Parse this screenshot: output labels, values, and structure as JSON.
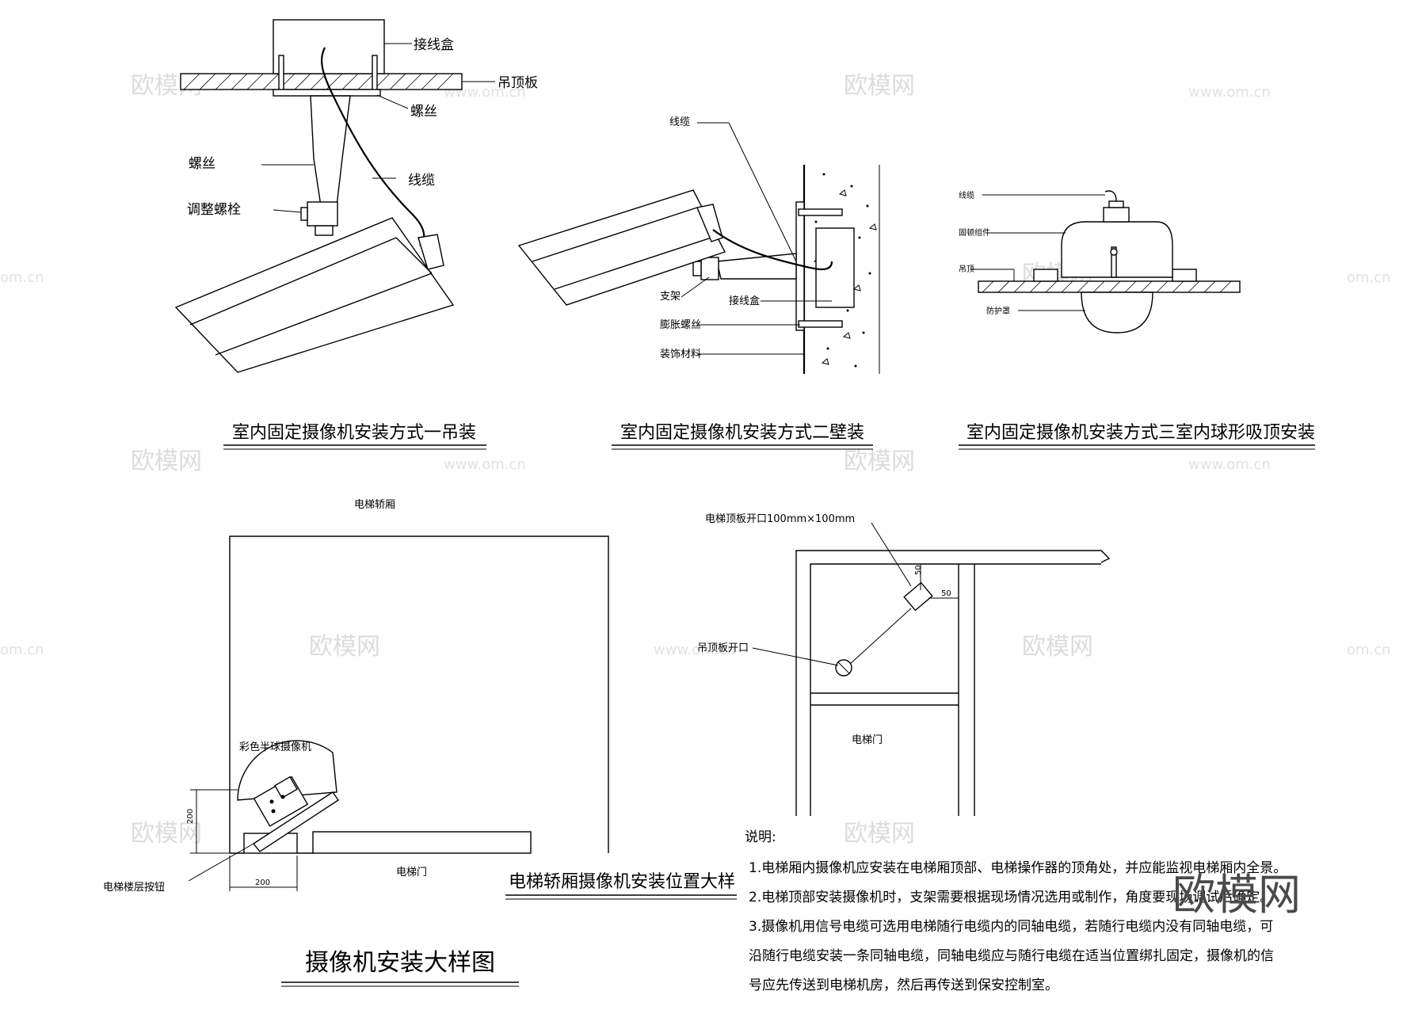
{
  "figure_title": "摄像机安装大样图",
  "diagram1": {
    "title": "室内固定摄像机安装方式一吊装",
    "labels": {
      "junction_box": "接线盒",
      "ceiling_board": "吊顶板",
      "screw_right": "螺丝",
      "screw_left": "螺丝",
      "cable": "线缆",
      "adjust_bolt": "调整螺栓"
    }
  },
  "diagram2": {
    "title": "室内固定摄像机安装方式二壁装",
    "labels": {
      "cable": "线缆",
      "bracket": "支架",
      "junction_box": "接线盒",
      "expansion_screw": "膨胀螺丝",
      "finish_material": "装饰材料"
    }
  },
  "diagram3": {
    "title": "室内固定摄像机安装方式三室内球形吸顶安装",
    "labels": {
      "cable": "线缆",
      "fixing_assembly": "固顿组件",
      "ceiling": "吊顶",
      "protective_cover": "防护罩"
    }
  },
  "elevator_plan": {
    "title": "电梯轿厢摄像机安装位置大样",
    "car_label": "电梯轿厢",
    "camera_label": "彩色半球摄像机",
    "door_label": "电梯门",
    "floor_button_label": "电梯楼层按钮",
    "dim_vertical": "200",
    "dim_horizontal": "200"
  },
  "elevator_section": {
    "top_opening_label": "电梯顶板开口100mm×100mm",
    "ceiling_opening_label": "吊顶板开口",
    "door_label": "电梯门",
    "dim_a": "50",
    "dim_b": "50"
  },
  "notes": {
    "heading": "说明:",
    "lines": [
      "1.电梯厢内摄像机应安装在电梯厢顶部、电梯操作器的顶角处，并应能监视电梯厢内全景。",
      "2.电梯顶部安装摄像机时，支架需要根据现场情况选用或制作，角度要现场调试后确定。",
      "3.摄像机用信号电缆可选用电梯随行电缆内的同轴电缆，若随行电缆内没有同轴电缆，可",
      "沿随行电缆安装一条同轴电缆，同轴电缆应与随行电缆在适当位置绑扎固定，摄像机的信",
      "号应先传送到电梯机房，然后再传送到保安控制室。"
    ]
  },
  "watermark": {
    "brand": "欧模网",
    "url": "www.om.cn",
    "url_short": "om.cn"
  }
}
